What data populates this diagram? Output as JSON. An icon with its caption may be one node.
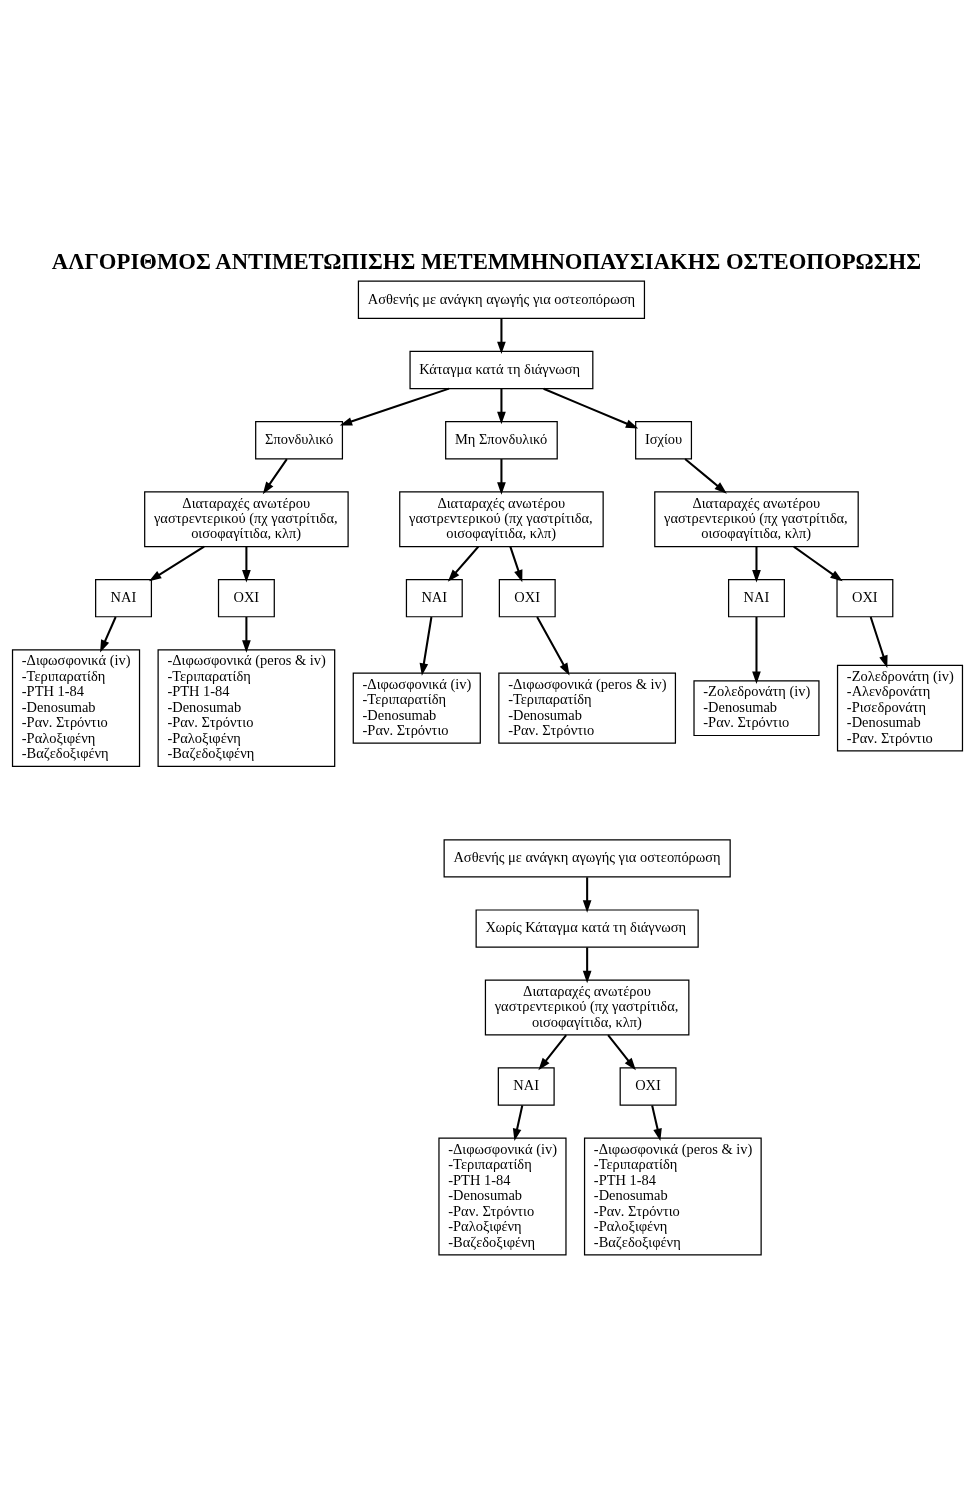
{
  "diagram": {
    "title": "ΑΛΓΟΡΙΘΜΟΣ ΑΝΤΙΜΕΤΩΠΙΣΗΣ ΜΕΤΕΜΜΗΝΟΠΑΥΣΙΑΚΗΣ ΟΣΤΕΟΠΟΡΩΣΗΣ",
    "nodes": [
      {
        "text": [
          "Ασθενής με ανάγκη αγωγής για οστεοπόρωση"
        ]
      },
      {
        "text": [
          "Κάταγμα κατά τη διάγνωση"
        ]
      },
      {
        "text": [
          "Σπονδυλικό"
        ]
      },
      {
        "text": [
          "Μη Σπονδυλικό"
        ]
      },
      {
        "text": [
          "Ισχίου"
        ]
      },
      {
        "text": [
          "Διαταραχές ανωτέρου γαστρεντερικού (πχ γαστρίτιδα, οισοφαγίτιδα, κλπ)"
        ]
      },
      {
        "text": [
          "Διαταραχές ανωτέρου γαστρεντερικού (πχ γαστρίτιδα, οισοφαγίτιδα, κλπ)"
        ]
      },
      {
        "text": [
          "Διαταραχές ανωτέρου γαστρεντερικού (πχ γαστρίτιδα, οισοφαγίτιδα, κλπ)"
        ]
      },
      {
        "text": [
          "ΝΑΙ"
        ]
      },
      {
        "text": [
          "ΟΧΙ"
        ]
      },
      {
        "text": [
          "ΝΑΙ"
        ]
      },
      {
        "text": [
          "ΟΧΙ"
        ]
      },
      {
        "text": [
          "ΝΑΙ"
        ]
      },
      {
        "text": [
          "ΟΧΙ"
        ]
      },
      {
        "text": [
          "-Διφωσφονικά (iv)",
          "-Τεριπαρατίδη",
          "-PTH 1-84",
          "-Denosumab",
          "-Ραν. Στρόντιο",
          "-Ραλοξιφένη",
          "-Βαζεδοξιφένη"
        ]
      },
      {
        "text": [
          "-Διφωσφονικά (peros & iv)",
          "-Τεριπαρατίδη",
          "-PTH 1-84",
          "-Denosumab",
          "-Ραν. Στρόντιο",
          "-Ραλοξιφένη",
          "-Βαζεδοξιφένη"
        ]
      },
      {
        "text": [
          "-Διφωσφονικά (iv)",
          "-Τεριπαρατίδη",
          "-Denosumab",
          "-Ραν. Στρόντιο"
        ]
      },
      {
        "text": [
          "-Διφωσφονικά (peros & iv)",
          "-Τεριπαρατίδη",
          "-Denosumab",
          "-Ραν. Στρόντιο"
        ]
      },
      {
        "text": [
          "-Ζολεδρονάτη (iv)",
          "-Denosumab",
          "-Ραν. Στρόντιο"
        ]
      },
      {
        "text": [
          "-Ζολεδρονάτη (iv)",
          "-Αλενδρονάτη",
          "-Ρισεδρονάτη",
          "-Denosumab",
          "-Ραν. Στρόντιο"
        ]
      },
      {
        "text": [
          "Ασθενής με ανάγκη αγωγής για οστεοπόρωση"
        ]
      },
      {
        "text": [
          "Χωρίς Κάταγμα κατά τη διάγνωση"
        ]
      },
      {
        "text": [
          "Διαταραχές ανωτέρου γαστρεντερικού (πχ γαστρίτιδα, οισοφαγίτιδα, κλπ)"
        ]
      },
      {
        "text": [
          "ΝΑΙ"
        ]
      },
      {
        "text": [
          "ΟΧΙ"
        ]
      },
      {
        "text": [
          "-Διφωσφονικά (iv)",
          "-Τεριπαρατίδη",
          "-PTH 1-84",
          "-Denosumab",
          "-Ραν. Στρόντιο",
          "-Ραλοξιφένη",
          "-Βαζεδοξιφένη"
        ]
      },
      {
        "text": [
          "-Διφωσφονικά (peros & iv)",
          "-Τεριπαρατίδη",
          "-PTH 1-84",
          "-Denosumab",
          "-Ραν. Στρόντιο",
          "-Ραλοξιφένη",
          "-Βαζεδοξιφένη"
        ]
      }
    ],
    "edges": [
      {
        "from": 0,
        "to": 1,
        "arrow": "to"
      },
      {
        "from": 1,
        "to": 2,
        "arrow": "to"
      },
      {
        "from": 1,
        "to": 3,
        "arrow": "to"
      },
      {
        "from": 1,
        "to": 4,
        "arrow": "to"
      },
      {
        "from": 2,
        "to": 5,
        "arrow": "to"
      },
      {
        "from": 3,
        "to": 6,
        "arrow": "to"
      },
      {
        "from": 4,
        "to": 7,
        "arrow": "to"
      },
      {
        "from": 5,
        "to": 8,
        "arrow": "to"
      },
      {
        "from": 5,
        "to": 9,
        "arrow": "to"
      },
      {
        "from": 6,
        "to": 10,
        "arrow": "to"
      },
      {
        "from": 6,
        "to": 11,
        "arrow": "to"
      },
      {
        "from": 7,
        "to": 12,
        "arrow": "to"
      },
      {
        "from": 7,
        "to": 13,
        "arrow": "to"
      },
      {
        "from": 8,
        "to": 14,
        "arrow": "to"
      },
      {
        "from": 9,
        "to": 15,
        "arrow": "to"
      },
      {
        "from": 10,
        "to": 16,
        "arrow": "to"
      },
      {
        "from": 11,
        "to": 17,
        "arrow": "to"
      },
      {
        "from": 12,
        "to": 18,
        "arrow": "to"
      },
      {
        "from": 13,
        "to": 19,
        "arrow": "to"
      },
      {
        "from": 20,
        "to": 21,
        "arrow": "to"
      },
      {
        "from": 21,
        "to": 22,
        "arrow": "to"
      },
      {
        "from": 22,
        "to": 23,
        "arrow": "to"
      },
      {
        "from": 22,
        "to": 24,
        "arrow": "to"
      },
      {
        "from": 23,
        "to": 25,
        "arrow": "to"
      },
      {
        "from": 24,
        "to": 26,
        "arrow": "to"
      }
    ]
  }
}
